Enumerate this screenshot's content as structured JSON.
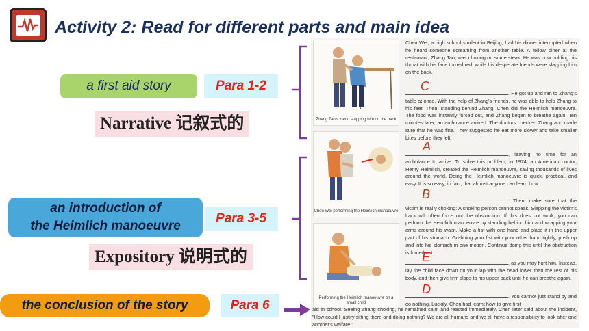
{
  "header": {
    "title": "Activity 2: Read for different parts and main idea",
    "icon": "heartbeat-icon"
  },
  "parts": [
    {
      "summary": "a first aid story",
      "paras": "Para 1-2",
      "type": "Narrative 记叙式的"
    },
    {
      "summary_line1": "an introduction of",
      "summary_line2": "the Heimlich manoeuvre",
      "paras": "Para 3-5",
      "type": "Expository 说明式的"
    },
    {
      "summary": "the conclusion of the story",
      "paras": "Para 6"
    }
  ],
  "text": {
    "p1": "Chen Wei, a high school student in Beijing, had his dinner interrupted when he heard someone screaming from another table. A fellow diner at the restaurant, Zhang Tao, was choking on some steak. He was now holding his throat with his face turned red, while his desperate friends were slapping him on the back.",
    "p2": ". He got up and ran to Zhang's table at once. With the help of Zhang's friends, he was able to help Zhang to his feet. Then, standing behind Zhang, Chen did the Heimlich manoeuvre. The food was instantly forced out, and Zhang began to breathe again. Ten minutes later, an ambulance arrived. The doctors checked Zhang and made sure that he was fine. They suggested he eat more slowly and take smaller bites before they left.",
    "p3": ", leaving no time for an ambulance to arrive. To solve this problem, in 1974, an American doctor, Henry Heimlich, created the Heimlich manoeuvre, saving thousands of lives around the world. Doing the Heimlich manoeuvre is quick, practical, and easy. It is so easy, in fact, that almost anyone can learn how.",
    "p4": ". Then, make sure that the victim is really choking: A choking person cannot speak. Slapping the victim's back will often force out the obstruction. If this does not work, you can perform the Heimlich manoeuvre by standing behind him and wrapping your arms around his waist. Make a fist with one hand and place it in the upper part of his stomach. Grabbing your fist with your other hand tightly, push up and into his stomach in one motion. Continue doing this until the obstruction is forced out.",
    "p5": ", as you may hurt him. Instead, lay the child face down on your lap with the head lower than the rest of his body, and then give firm slaps to his upper back until he can breathe again.",
    "p6a": ". You cannot just stand by and do nothing. Luckily, Chen had learnt how to give first",
    "p6b": "aid in school. Seeing Zhang choking, he remained calm and reacted immediately. Chen later said about the incident, \"How could I justify sitting there and doing nothing? We are all humans and we all have a responsibility to look after one another's welfare.\""
  },
  "letters": [
    "C",
    "A",
    "B",
    "E",
    "D"
  ],
  "captions": [
    "Zhang Tao's friend slapping him on the back",
    "Chen Wei performing the Heimlich manoeuvre",
    "Performing the Heimlich manoeuvre on a small child"
  ],
  "colors": {
    "title": "#1b2f5e",
    "letters": "#e2231a",
    "bracket": "#7d3c98",
    "green": "#a8d46b",
    "blue": "#4aa7d9",
    "orange": "#f39c12"
  }
}
